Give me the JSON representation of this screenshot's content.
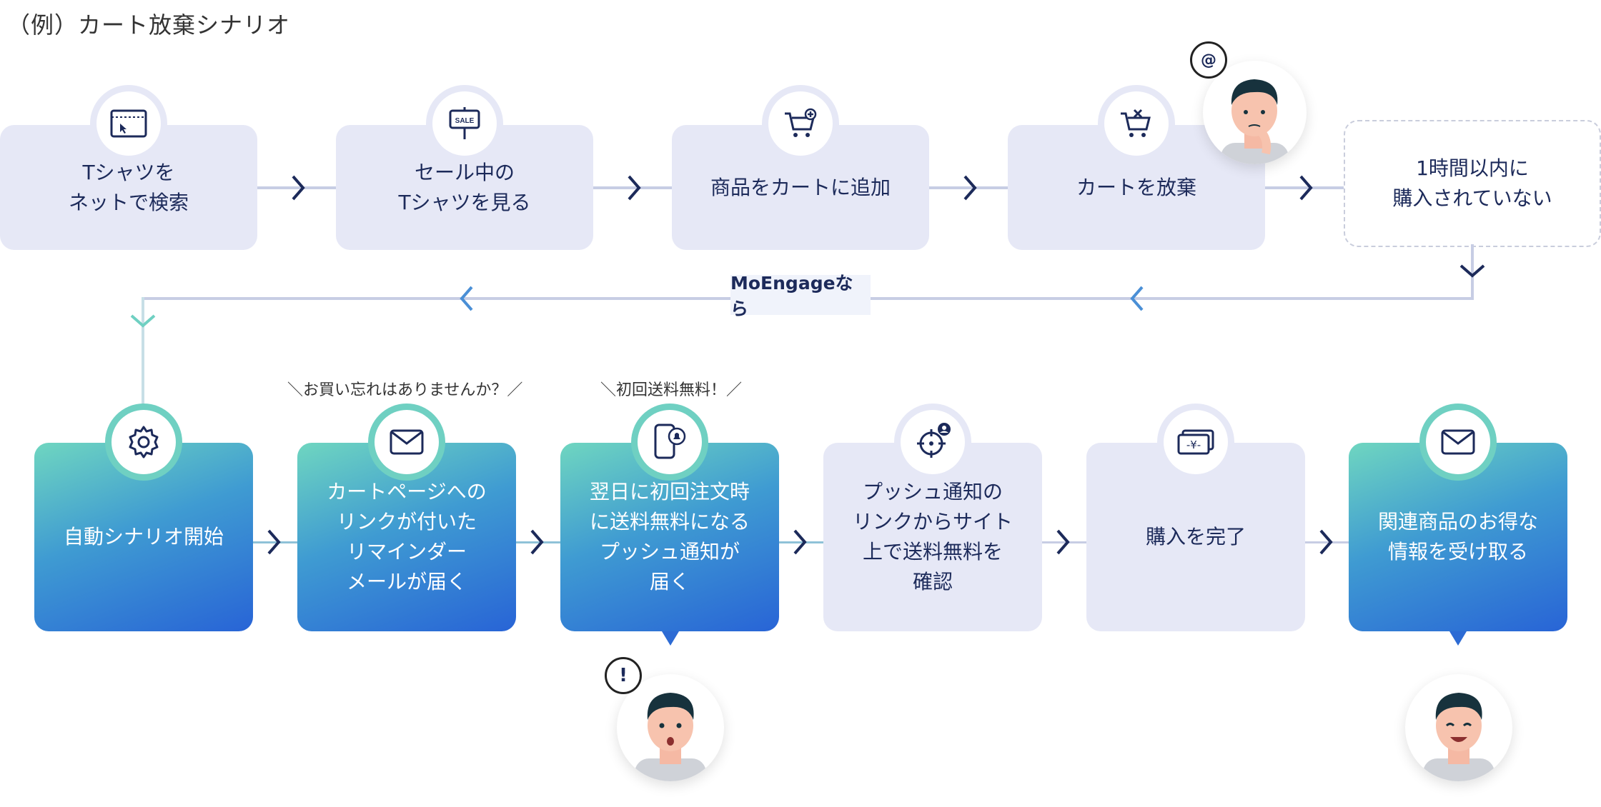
{
  "title": "（例）カート放棄シナリオ",
  "top_row": [
    {
      "label": "Tシャツを\nネットで検索",
      "icon": "browser-cursor-icon"
    },
    {
      "label": "セール中の\nTシャツを見る",
      "icon": "sale-sign-icon"
    },
    {
      "label": "商品をカートに追加",
      "icon": "cart-add-icon"
    },
    {
      "label": "カートを放棄",
      "icon": "cart-remove-icon"
    },
    {
      "label": "1時間以内に\n購入されていない",
      "icon": ""
    }
  ],
  "connector_label": "MoEngageなら",
  "captions": {
    "reminder": "＼お買い忘れはありませんか？／",
    "free_shipping": "＼初回送料無料！／"
  },
  "bottom_row": [
    {
      "label": "自動シナリオ開始",
      "icon": "gear-icon"
    },
    {
      "label": "カートページへの\nリンクが付いた\nリマインダー\nメールが届く",
      "icon": "mail-icon"
    },
    {
      "label": "翌日に初回注文時\nに送料無料になる\nプッシュ通知が\n届く",
      "icon": "phone-bell-icon"
    },
    {
      "label": "プッシュ通知の\nリンクからサイト\n上で送料無料を\n確認",
      "icon": "target-user-icon"
    },
    {
      "label": "購入を完了",
      "icon": "yen-bill-icon"
    },
    {
      "label": "関連商品のお得な\n情報を受け取る",
      "icon": "mail-icon"
    }
  ],
  "bubbles": {
    "thinking": "@",
    "surprised": "!"
  },
  "colors": {
    "light_box": "#e6e8f6",
    "navy": "#1c2a5a",
    "teal": "#6fd0c2",
    "blue": "#2864d6"
  }
}
